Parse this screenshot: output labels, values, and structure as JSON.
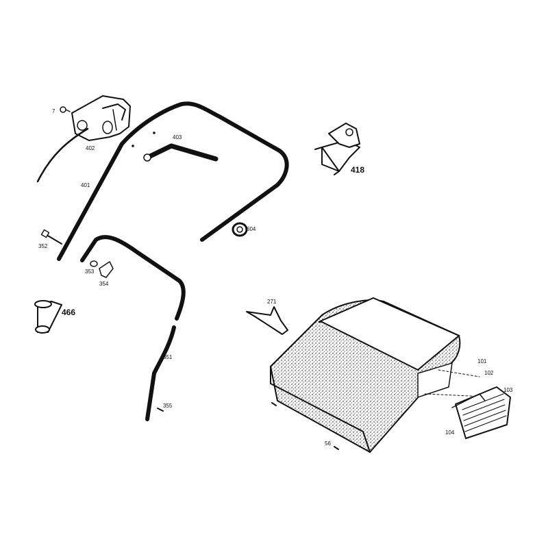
{
  "diagram": {
    "labels": {
      "p7": "7",
      "p402": "402",
      "p401": "401",
      "p403": "403",
      "p418": "418",
      "p604": "604",
      "p352": "352",
      "p353": "353",
      "p354": "354",
      "p466": "466",
      "p271": "271",
      "p351": "351",
      "p355": "355",
      "p101": "101",
      "p102": "102",
      "p103": "103",
      "p104": "104",
      "p56": "56"
    },
    "colors": {
      "ink": "#111111",
      "paper": "#ffffff",
      "stipple": "#6a6a6a"
    }
  }
}
